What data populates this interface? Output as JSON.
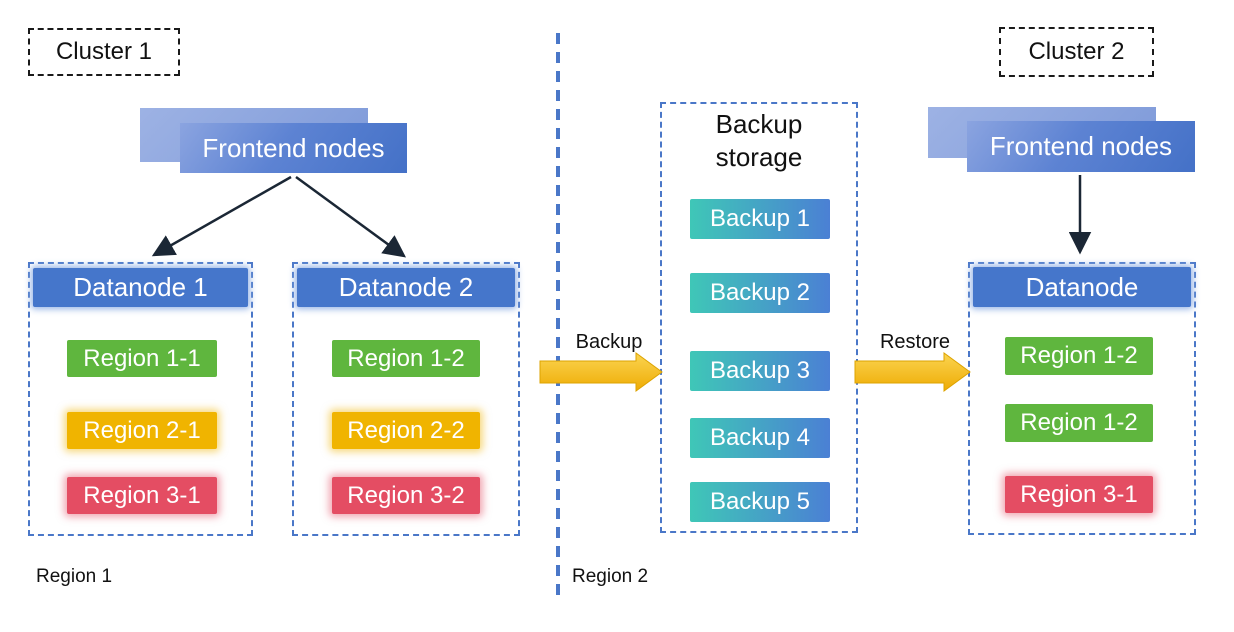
{
  "diagram": {
    "cluster1": {
      "label": "Cluster 1",
      "frontend_label": "Frontend nodes",
      "datanodes": [
        {
          "title": "Datanode 1",
          "regions": [
            {
              "label": "Region 1-1",
              "color": "green"
            },
            {
              "label": "Region 2-1",
              "color": "yellow"
            },
            {
              "label": "Region 3-1",
              "color": "red"
            }
          ]
        },
        {
          "title": "Datanode 2",
          "regions": [
            {
              "label": "Region 1-2",
              "color": "green"
            },
            {
              "label": "Region 2-2",
              "color": "yellow"
            },
            {
              "label": "Region 3-2",
              "color": "red"
            }
          ]
        }
      ],
      "region_zone_label": "Region 1"
    },
    "backup_storage": {
      "title": "Backup storage",
      "items": [
        {
          "label": "Backup 1"
        },
        {
          "label": "Backup 2"
        },
        {
          "label": "Backup 3"
        },
        {
          "label": "Backup 4"
        },
        {
          "label": "Backup 5"
        }
      ],
      "region_zone_label": "Region 2"
    },
    "cluster2": {
      "label": "Cluster 2",
      "frontend_label": "Frontend nodes",
      "datanode": {
        "title": "Datanode",
        "regions": [
          {
            "label": "Region 1-2",
            "color": "green"
          },
          {
            "label": "Region 1-2",
            "color": "green"
          },
          {
            "label": "Region 3-1",
            "color": "red"
          }
        ]
      }
    },
    "flows": {
      "backup_label": "Backup",
      "restore_label": "Restore"
    },
    "colors": {
      "node_blue": "#4576cb",
      "frontend_blue_light": "#8ba4e0",
      "frontend_blue_dark": "#4471c7",
      "region_green": "#5fb63e",
      "region_yellow": "#f0b400",
      "region_red": "#e44d63",
      "backup_teal": "#3fc7b7",
      "backup_blue": "#4b80d4",
      "arrow_gold": "#f5c332",
      "dashed_blue": "#4a77c8",
      "connector_dark": "#1b2735"
    }
  }
}
